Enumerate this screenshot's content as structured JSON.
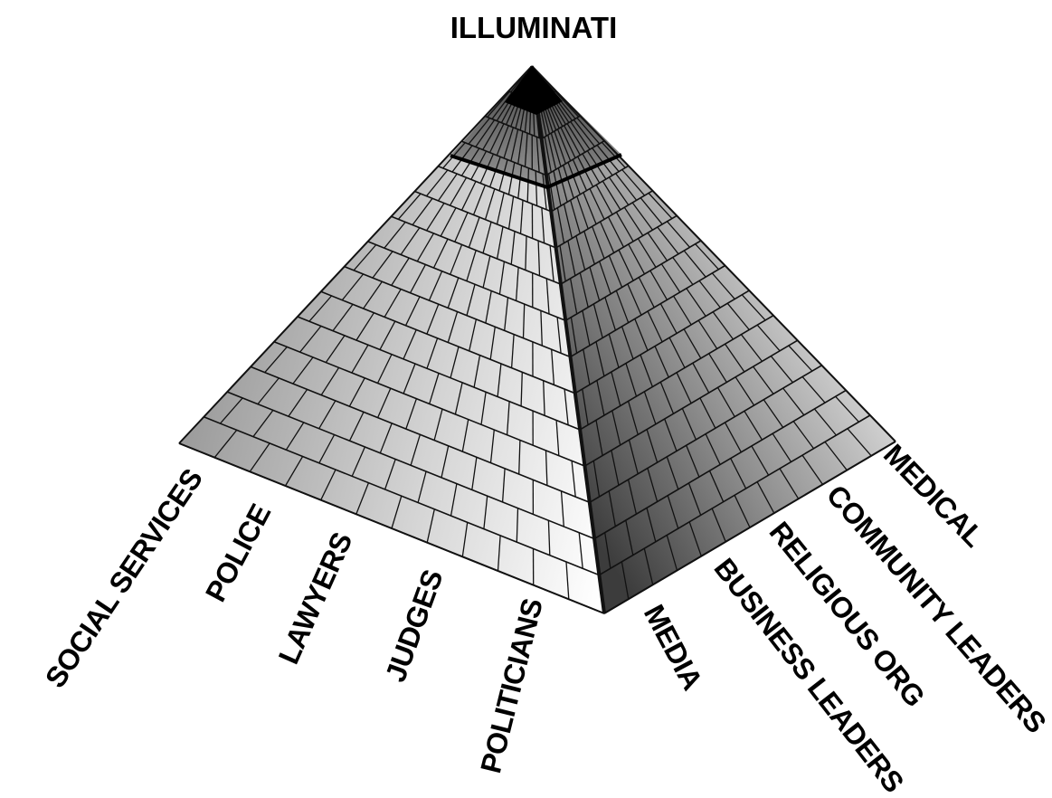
{
  "title": "ILLUMINATI",
  "left_face_labels": [
    "SOCIAL SERVICES",
    "POLICE",
    "LAWYERS",
    "JUDGES",
    "POLITICIANS"
  ],
  "right_face_labels": [
    "MEDIA",
    "BUSINESS LEADERS",
    "RELIGIOUS ORG",
    "COMMUNITY LEADERS",
    "MEDICAL"
  ],
  "colors": {
    "grid_line": "#111111",
    "capstone": "#000000",
    "text": "#000000",
    "background": "#ffffff"
  }
}
